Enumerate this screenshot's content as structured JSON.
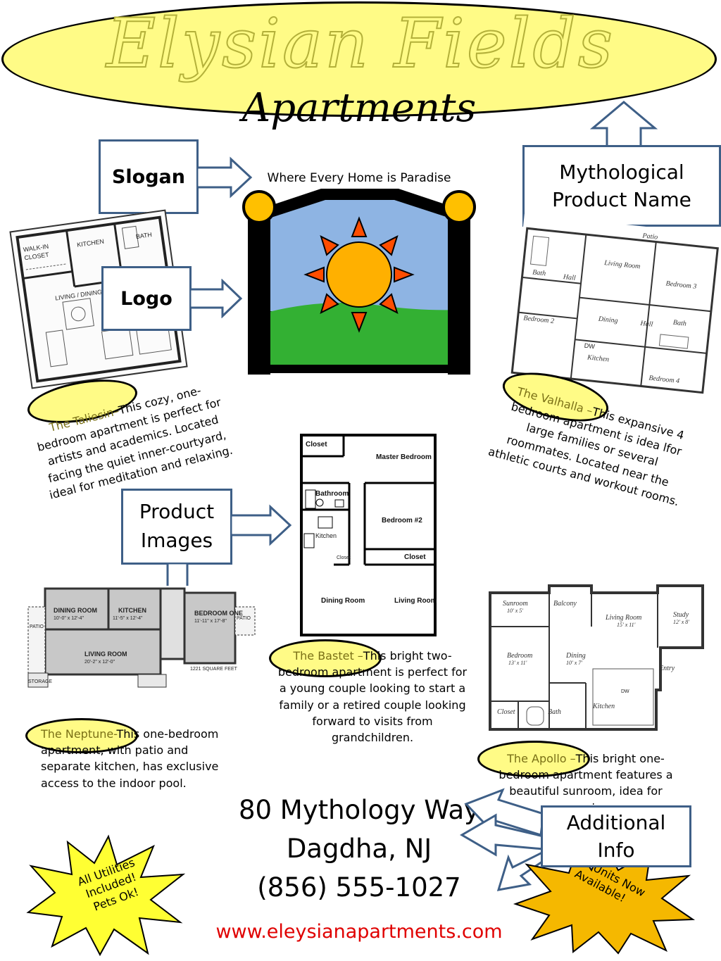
{
  "header": {
    "title": "Elysian Fields",
    "subtitle": "Apartments",
    "slogan": "Where Every Home is Paradise"
  },
  "callouts": {
    "slogan": "Slogan",
    "logo": "Logo",
    "product_name": "Mythological Product Name",
    "product_images": "Product Images",
    "additional_info": "Additional Info"
  },
  "units": {
    "taliesin": {
      "name": "The Taliesin–",
      "text": "This cozy, one-bedroom apartment is perfect for artists and academics. Located facing the quiet inner-courtyard, ideal for meditation and relaxing."
    },
    "valhalla": {
      "name": "The Valhalla –",
      "text": "This expansive 4 bedroom apartment is idea lfor large families or several roommates. Located near the athletic courts and workout rooms."
    },
    "bastet": {
      "name": "The Bastet –",
      "text": "This bright two-bedroom apartment is perfect for a young couple looking to start a family or a retired couple looking forward to visits from grandchildren."
    },
    "neptune": {
      "name": "The Neptune-",
      "text": "This one-bedroom apartment, with patio and separate kitchen, has exclusive access to the indoor pool."
    },
    "apollo": {
      "name": "The Apollo –",
      "text": "This bright one-bedroom apartment features a beautiful sunroom, idea for morning"
    }
  },
  "contact": {
    "address": "80 Mythology Way",
    "city": "Dagdha, NJ",
    "phone": "(856) 555-1027",
    "website": "www.eleysianapartments.com"
  },
  "bursts": {
    "utilities": "All Utilities Included! Pets Ok!",
    "new_units": "New Units Now Available!"
  },
  "plans": {
    "taliesin": {
      "walkin": "WALK-IN",
      "closet": "CLOSET",
      "kitchen": "KITCHEN",
      "bath": "BATH",
      "living": "LIVING / DINING"
    },
    "valhalla": {
      "patio": "Patio",
      "living": "Living Room",
      "bath": "Bath",
      "hall": "Hall",
      "bedroom3": "Bedroom 3",
      "bedroom2": "Bedroom 2",
      "dining": "Dining",
      "hall2": "Hall",
      "bath2": "Bath",
      "kitchen": "Kitchen",
      "bedroom4": "Bedroom 4",
      "dw": "DW"
    },
    "bastet": {
      "closet": "Closet",
      "master": "Master Bedroom",
      "bathroom": "Bathroom",
      "bedroom2": "Bedroom #2",
      "kitchen": "Kitchen",
      "closet2": "Closet",
      "closet3": "Closet",
      "dining": "Dining Room",
      "living": "Living Room"
    },
    "neptune": {
      "dining": "DINING ROOM",
      "dining_dim": "10'-0\" x 12'-4\"",
      "kitchen": "KITCHEN",
      "kitchen_dim": "11'-5\" x 12'-4\"",
      "bedroom": "BEDROOM ONE",
      "bedroom_dim": "11'-11\" x 17'-8\"",
      "living": "LIVING ROOM",
      "living_dim": "20'-2\" x 12'-0\"",
      "patio_l": "PATIO",
      "patio_r": "PATIO",
      "storage": "STORAGE",
      "sqft": "1221 SQUARE FEET"
    },
    "apollo": {
      "sunroom": "Sunroom",
      "sunroom_dim": "10' x 5'",
      "balcony": "Balcony",
      "living": "Living Room",
      "living_dim": "15' x 11'",
      "study": "Study",
      "study_dim": "12' x 8'",
      "bedroom": "Bedroom",
      "bedroom_dim": "13' x 11'",
      "dining": "Dining",
      "dining_dim": "10' x 7'",
      "entry": "Entry",
      "closet": "Closet",
      "bath": "Bath",
      "kitchen": "Kitchen",
      "dw": "DW"
    }
  },
  "colors": {
    "title_oval": "#fffb86",
    "title_text": "#c7c43a",
    "callout_border": "#3e5f87",
    "website": "#e00000",
    "burst_yellow": "#ffff33",
    "burst_orange": "#f5b800",
    "logo_sky": "#8eb4e3",
    "logo_grass": "#33b033",
    "sun": "#ffb000"
  }
}
